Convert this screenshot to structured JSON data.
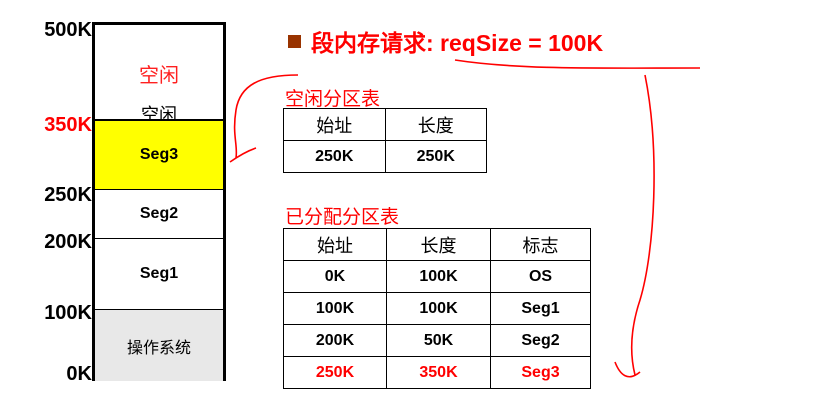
{
  "axis_labels": [
    "500K",
    "350K",
    "250K",
    "200K",
    "100K",
    "0K"
  ],
  "memory": {
    "free_label_red": "空闲",
    "free_label_black": "空闲",
    "segments": [
      "Seg3",
      "Seg2",
      "Seg1",
      "操作系统"
    ]
  },
  "title": "段内存请求: reqSize = 100K",
  "free_table": {
    "label": "空闲分区表",
    "headers": [
      "始址",
      "长度"
    ],
    "rows": [
      [
        "250K",
        "250K"
      ]
    ]
  },
  "alloc_table": {
    "label": "已分配分区表",
    "headers": [
      "始址",
      "长度",
      "标志"
    ],
    "rows": [
      [
        "0K",
        "100K",
        "OS"
      ],
      [
        "100K",
        "100K",
        "Seg1"
      ],
      [
        "200K",
        "50K",
        "Seg2"
      ],
      [
        "250K",
        "350K",
        "Seg3"
      ]
    ]
  },
  "colors": {
    "accent": "#ff0000",
    "seg3": "#ffff00",
    "os": "#e8e8e8",
    "bullet": "#993300"
  }
}
